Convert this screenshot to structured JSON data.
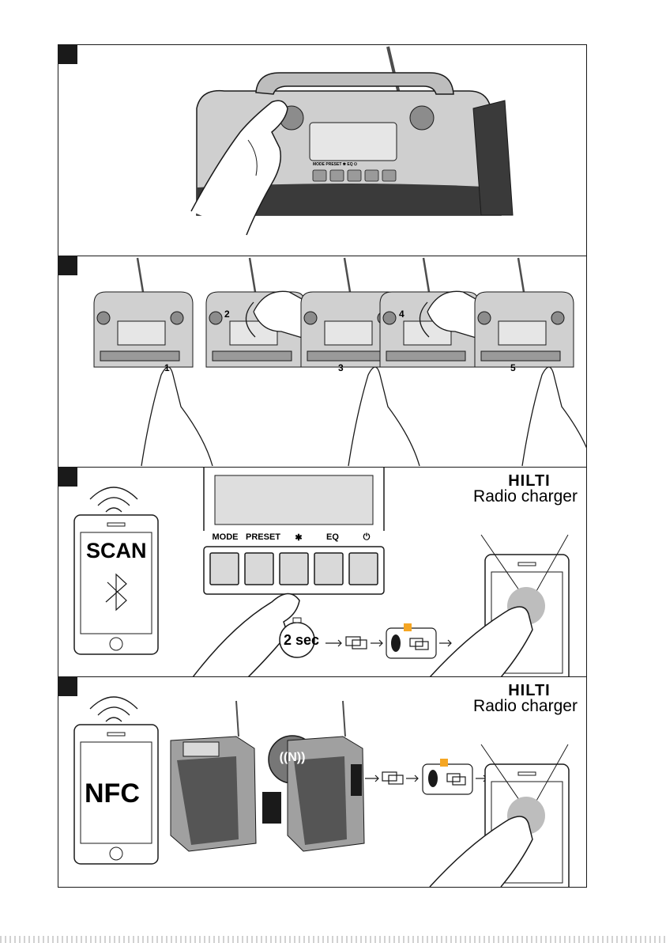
{
  "panels": [
    {
      "id": 1
    },
    {
      "id": 2,
      "steps": [
        "1",
        "2",
        "3",
        "4",
        "5"
      ]
    },
    {
      "id": 3,
      "phone_label": "SCAN",
      "buttons": [
        "MODE",
        "PRESET",
        "bluetooth-icon",
        "EQ",
        "power-icon"
      ],
      "timer": "2 sec",
      "brand": "HILTI",
      "device_name": "Radio charger"
    },
    {
      "id": 4,
      "phone_label": "NFC",
      "nfc_symbol": "((N))",
      "brand": "HILTI",
      "device_name": "Radio charger"
    }
  ],
  "colors": {
    "line": "#1a1a1a",
    "gray_light": "#d9d9d9",
    "gray_mid": "#a6a6a6",
    "gray_dark": "#4d4d4d",
    "accent": "#f5a623"
  }
}
